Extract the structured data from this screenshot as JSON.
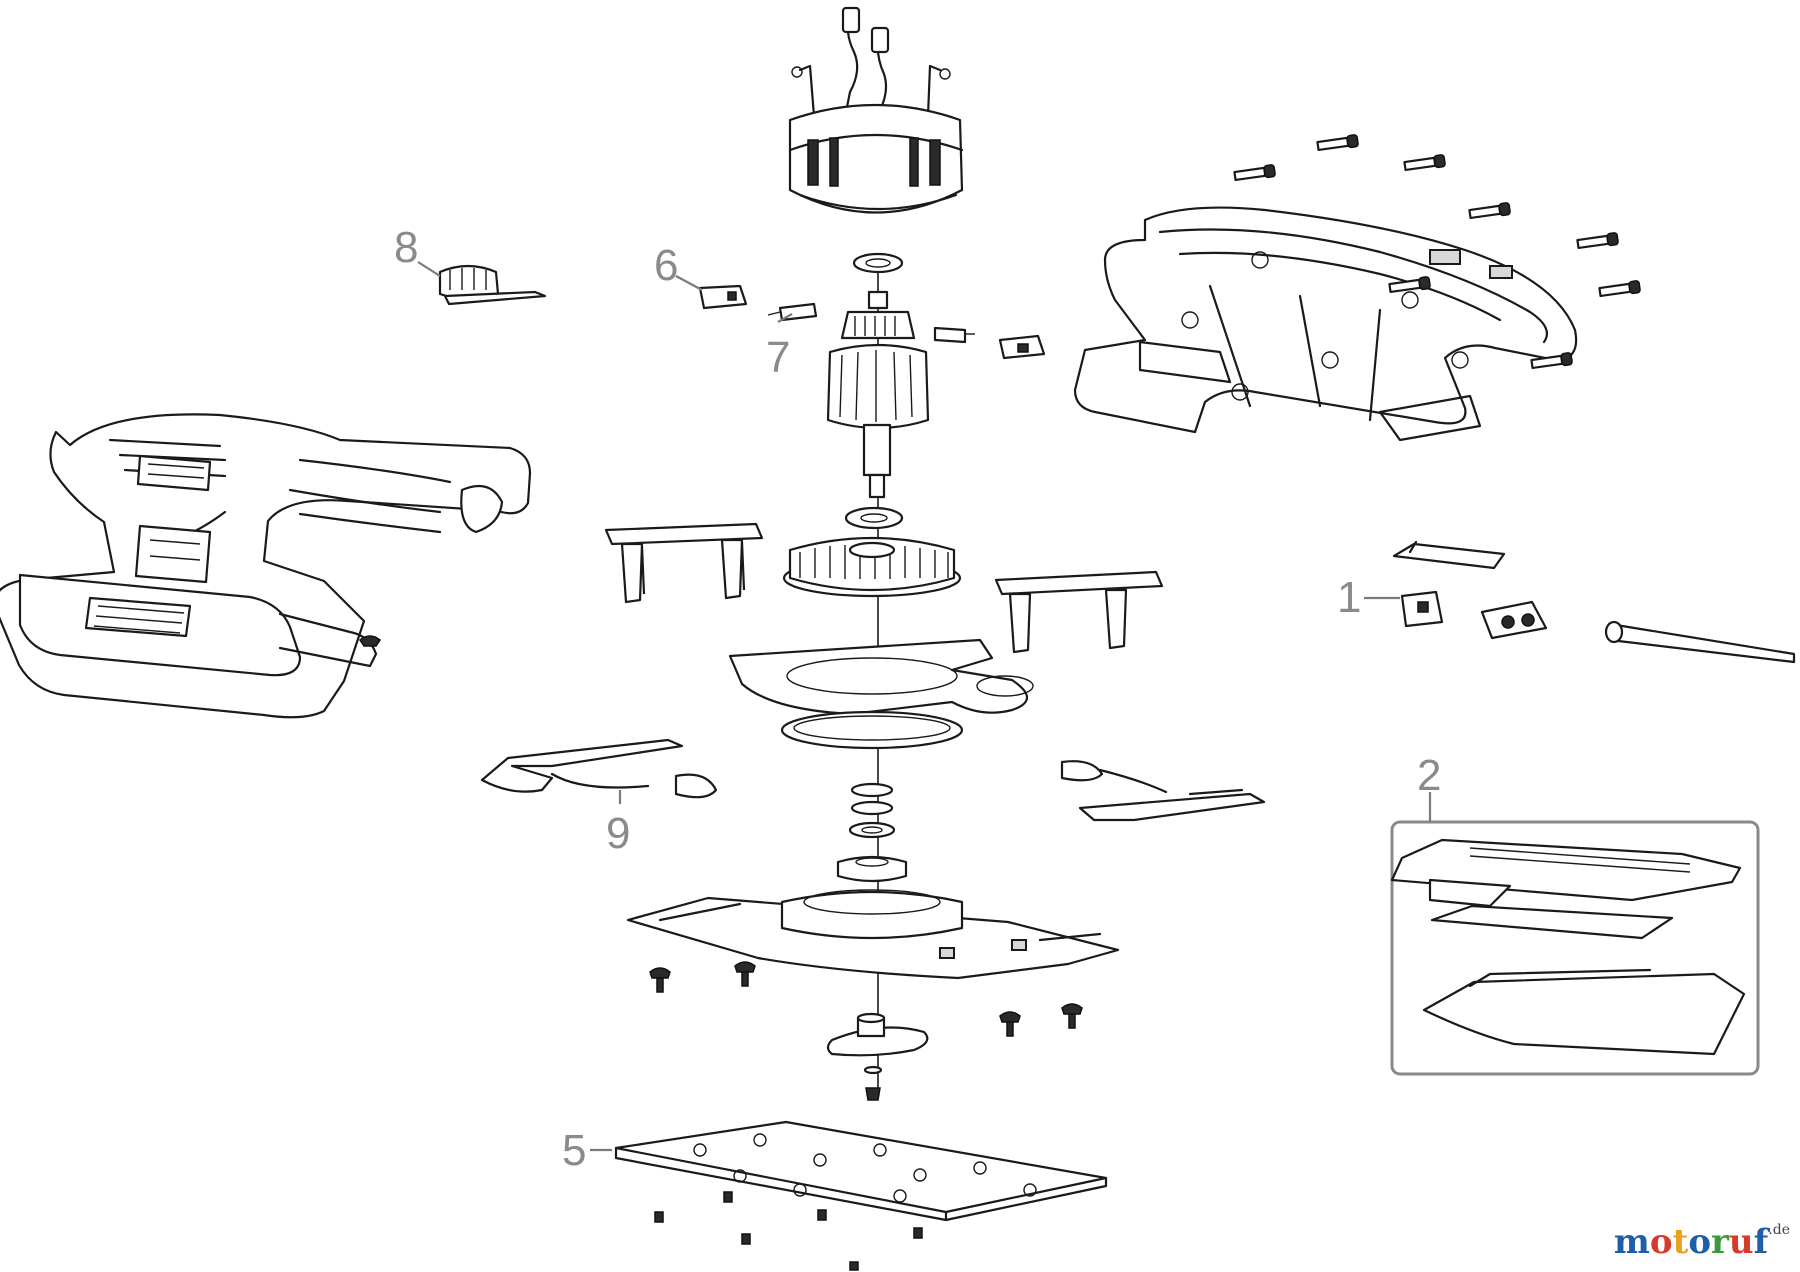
{
  "callouts": {
    "c1": "1",
    "c2": "2",
    "c5": "5",
    "c6": "6",
    "c7": "7",
    "c8": "8",
    "c9": "9"
  },
  "watermark": {
    "letters": [
      "m",
      "o",
      "t",
      "o",
      "r",
      "u",
      "f"
    ],
    "colors": [
      "#1f5fa8",
      "#d83a2a",
      "#e8a21c",
      "#1f5fa8",
      "#3a9a3a",
      "#d83a2a",
      "#1f5fa8"
    ],
    "suffix": ".de"
  }
}
